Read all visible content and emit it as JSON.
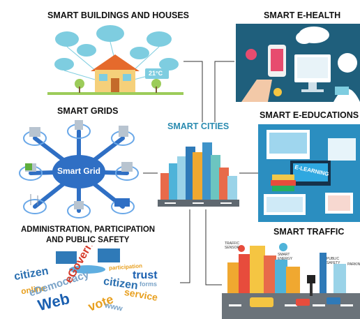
{
  "center": {
    "title": "SMART CITIES"
  },
  "sections": {
    "buildings": {
      "title": "SMART BUILDINGS AND HOUSES",
      "badge": "21°C"
    },
    "ehealth": {
      "title": "SMART E-HEALTH"
    },
    "grids": {
      "title": "SMART GRIDS",
      "hub_label": "Smart Grid"
    },
    "education": {
      "title": "SMART E-EDUCATIONS",
      "screen_label": "E-LEARNING"
    },
    "admin": {
      "title_line1": "ADMINISTRATION, PARTICIPATION",
      "title_line2": "AND PUBLIC SAFETY",
      "words": [
        "citizen",
        "online",
        "eDemocracy",
        "Web",
        "eGovernment",
        "vote",
        "citizen",
        "trust",
        "service",
        "forms",
        "participation",
        "www"
      ]
    },
    "traffic": {
      "title": "SMART TRAFFIC",
      "labels": [
        "TRAFFIC SENSOR",
        "SMART ENERGY",
        "PUBLIC SAFETY",
        "PARKING"
      ]
    }
  },
  "colors": {
    "accent": "#2a8bb0",
    "health_bg": "#1f5f7c",
    "edu_bg": "#2b8ec0",
    "grid_blue": "#2f6fc4"
  }
}
